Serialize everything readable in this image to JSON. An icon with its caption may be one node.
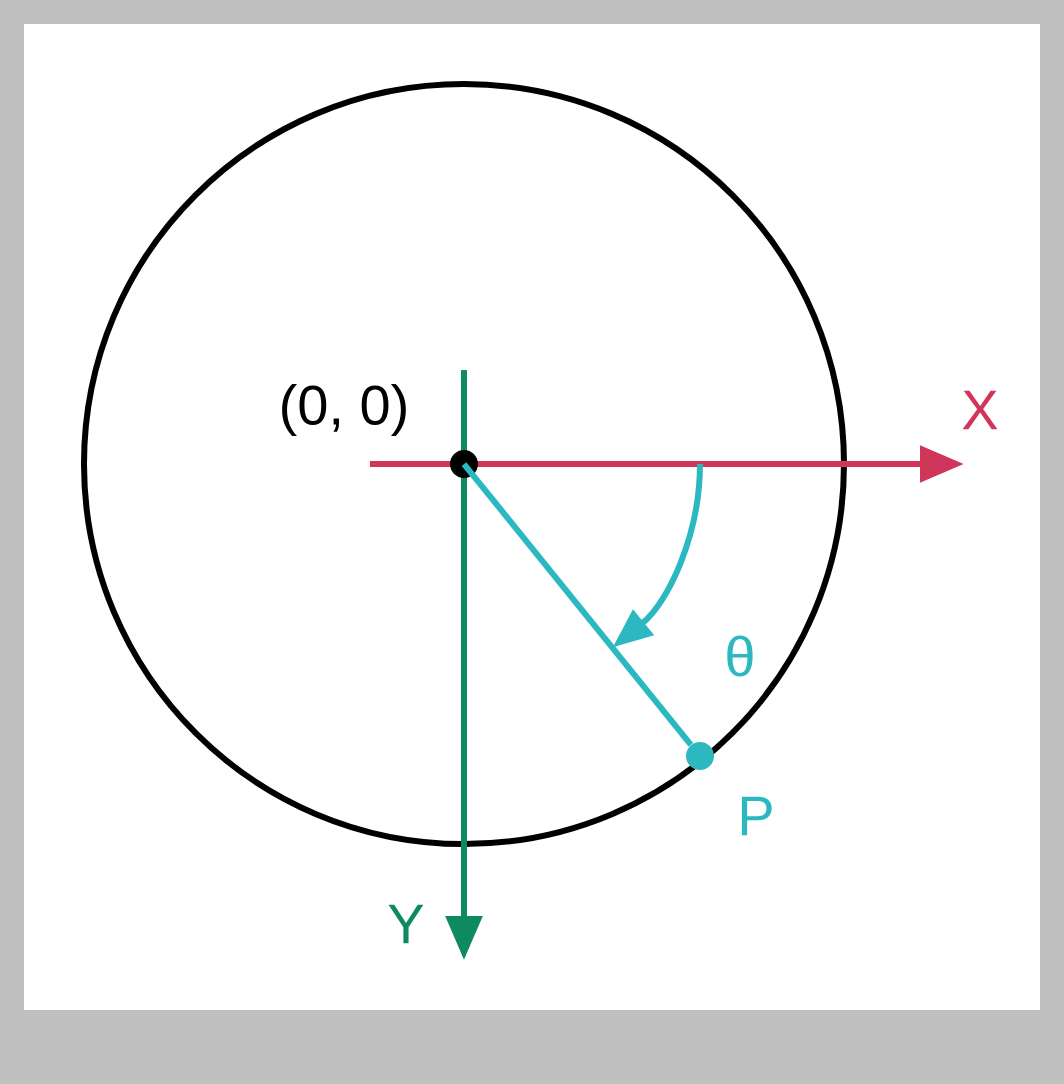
{
  "diagram": {
    "nodes": [
      {
        "text": [],
        "shape": "circle",
        "beside": [
          "(0, 0)"
        ]
      },
      {
        "text": [],
        "shape": "circle",
        "beside": [
          "P"
        ]
      }
    ],
    "edges": [
      {
        "from": 0,
        "to": 1,
        "arrow": "none",
        "color": "#2bb8c0"
      }
    ],
    "labels": [
      "X",
      "θ",
      "Y"
    ]
  }
}
